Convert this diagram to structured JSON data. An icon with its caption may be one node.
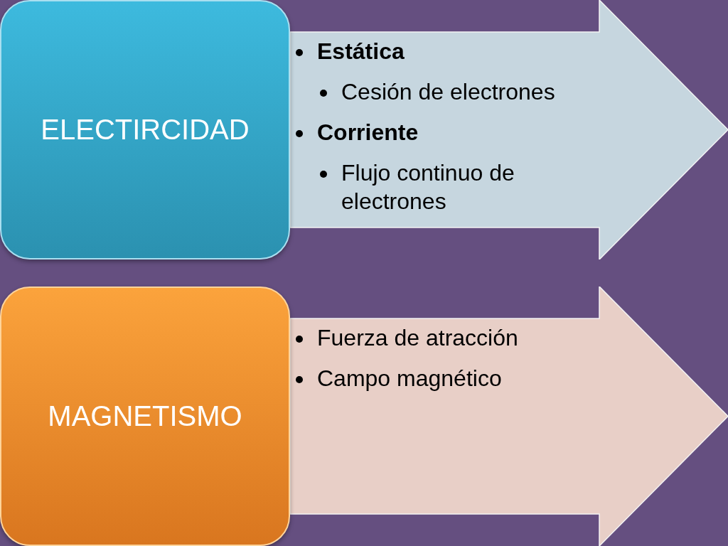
{
  "diagram": {
    "nodes": [
      {
        "text": [
          "ELECTIRCIDAD"
        ]
      },
      {
        "text": [
          "Estática",
          "Cesión de electrones",
          "Corriente",
          "Flujo continuo de electrones"
        ]
      },
      {
        "text": [
          "MAGNETISMO"
        ]
      },
      {
        "text": [
          "Fuerza de atracción",
          "Campo magnético"
        ]
      }
    ]
  }
}
